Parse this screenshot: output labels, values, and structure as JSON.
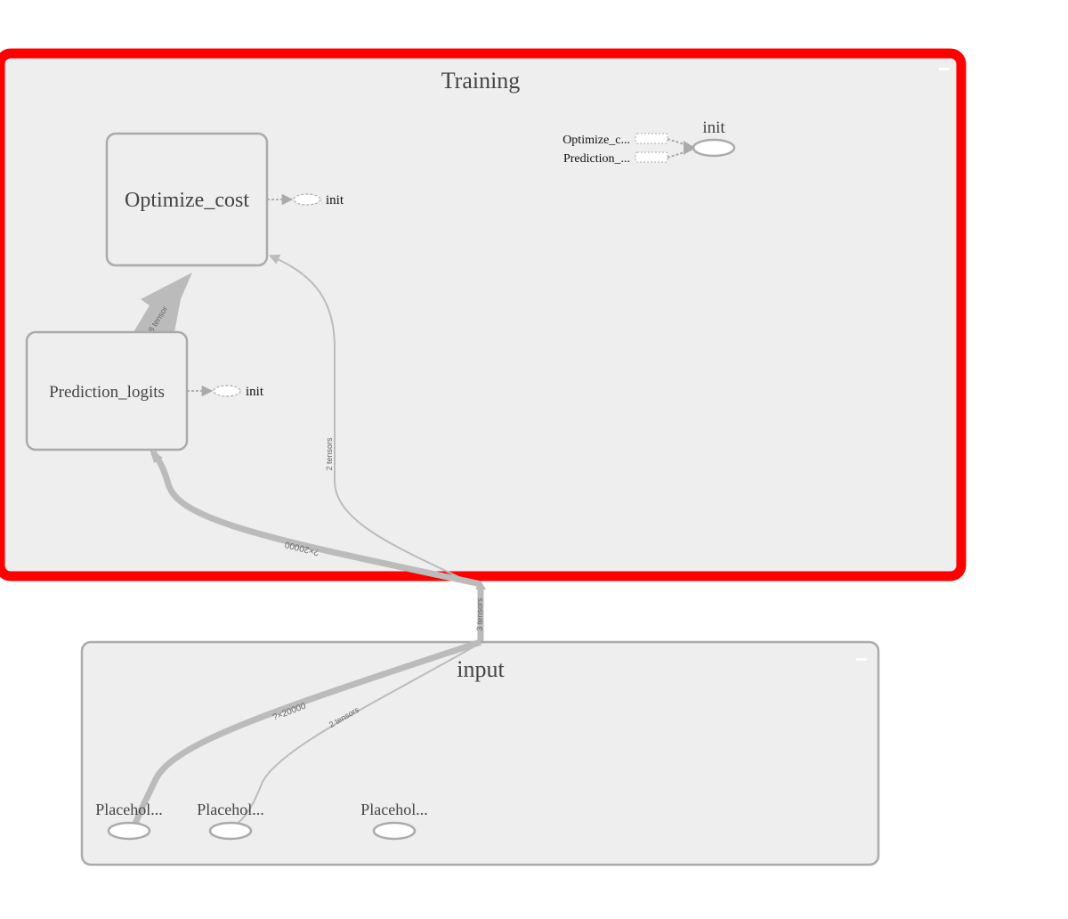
{
  "colors": {
    "group_fill": "#eeeeee",
    "group_stroke": "#aaaaaa",
    "selected_stroke": "#ff0000",
    "edge": "#bbbbbb",
    "ellipse_stroke": "#aaaaaa",
    "ellipse_fill": "#ffffff"
  },
  "training": {
    "title": "Training",
    "collapse_icon": "minus-icon",
    "optimize": {
      "label": "Optimize_cost",
      "init_label": "init"
    },
    "prediction": {
      "label": "Prediction_logits",
      "init_label": "init"
    },
    "init_node": {
      "label": "init",
      "inputs": [
        "Optimize_c...",
        "Prediction_..."
      ]
    }
  },
  "input": {
    "title": "input",
    "collapse_icon": "minus-icon",
    "placeholders": [
      "Placehol...",
      "Placehol...",
      "Placehol..."
    ]
  },
  "edge_labels": {
    "pred_to_opt": "8 tensor",
    "input_to_opt": "2 tensors",
    "input_to_pred": "?×20000",
    "input_out": "3 tensors",
    "ph1_out": "?×20000",
    "ph2_out": "2 tensors"
  }
}
